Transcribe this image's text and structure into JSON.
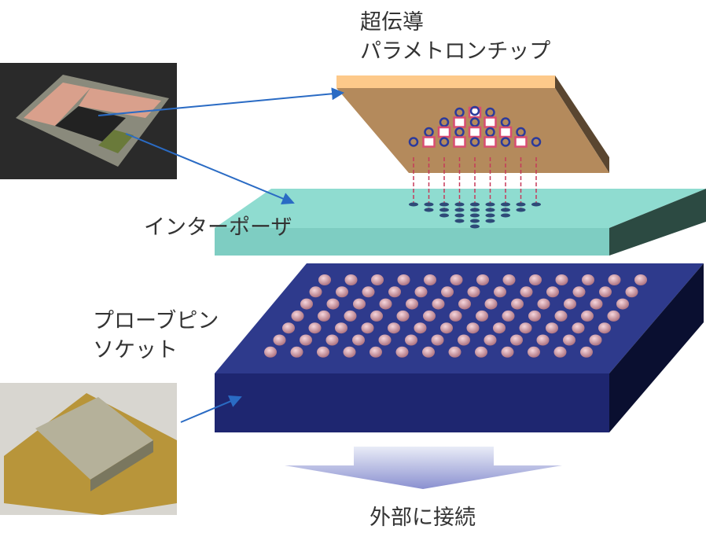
{
  "labels": {
    "chip_line1": "超伝導",
    "chip_line2": "パラメトロンチップ",
    "interposer": "インターポーザ",
    "socket_line1": "プローブピン",
    "socket_line2": "ソケット",
    "external": "外部に接続"
  },
  "colors": {
    "chip_top": "#b48a5c",
    "chip_edge": "#fdc98a",
    "interposer": "#8fdcd0",
    "socket": "#2e3a8c",
    "arrow": "#2a6bc4",
    "ball": "#d79aa6"
  }
}
